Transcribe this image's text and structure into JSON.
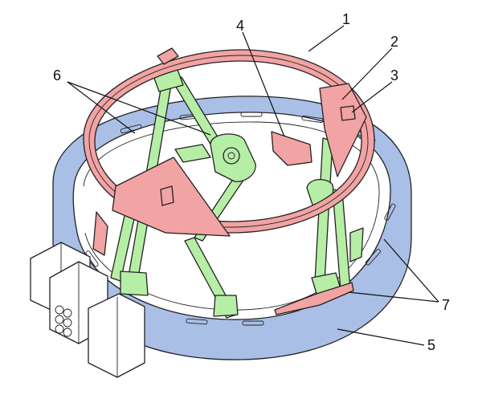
{
  "colors": {
    "base_ring": "#a9bfe6",
    "top_ring": "#f2a3a3",
    "struts": "#b6eea6",
    "housing": "#ffffff",
    "line": "#222222"
  },
  "labels": [
    {
      "id": "1",
      "text": "1",
      "refers_to": "top-ring"
    },
    {
      "id": "2",
      "text": "2",
      "refers_to": "panel-right"
    },
    {
      "id": "3",
      "text": "3",
      "refers_to": "bracket-small"
    },
    {
      "id": "4",
      "text": "4",
      "refers_to": "panel-center"
    },
    {
      "id": "5",
      "text": "5",
      "refers_to": "base-ring"
    },
    {
      "id": "6",
      "text": "6",
      "refers_to": "strut-actuators"
    },
    {
      "id": "7",
      "text": "7",
      "refers_to": "ring-slots"
    }
  ]
}
